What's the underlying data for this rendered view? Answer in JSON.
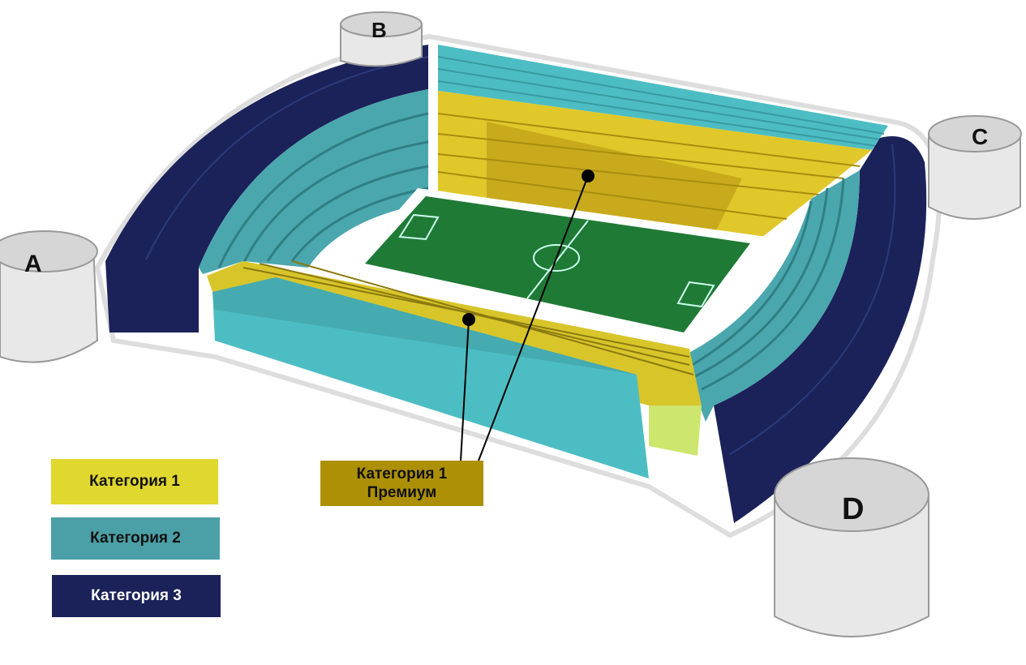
{
  "gates": [
    "A",
    "B",
    "C",
    "D"
  ],
  "legend": [
    {
      "label": "Категория 1",
      "color": "#e0d72f"
    },
    {
      "label": "Категория 2",
      "color": "#4aa0a6"
    },
    {
      "label": "Категория 3",
      "color": "#1b2259"
    }
  ],
  "callout": {
    "line1": "Категория 1",
    "line2": "Премиум",
    "color": "#ad9006"
  },
  "colors": {
    "pitch": "#1f7a35",
    "teal": "#4dbdc4",
    "teal_dark": "#3a9aa0",
    "yellow": "#e0c82a",
    "premium": "#c8aa1c",
    "navy": "#1b2259"
  }
}
